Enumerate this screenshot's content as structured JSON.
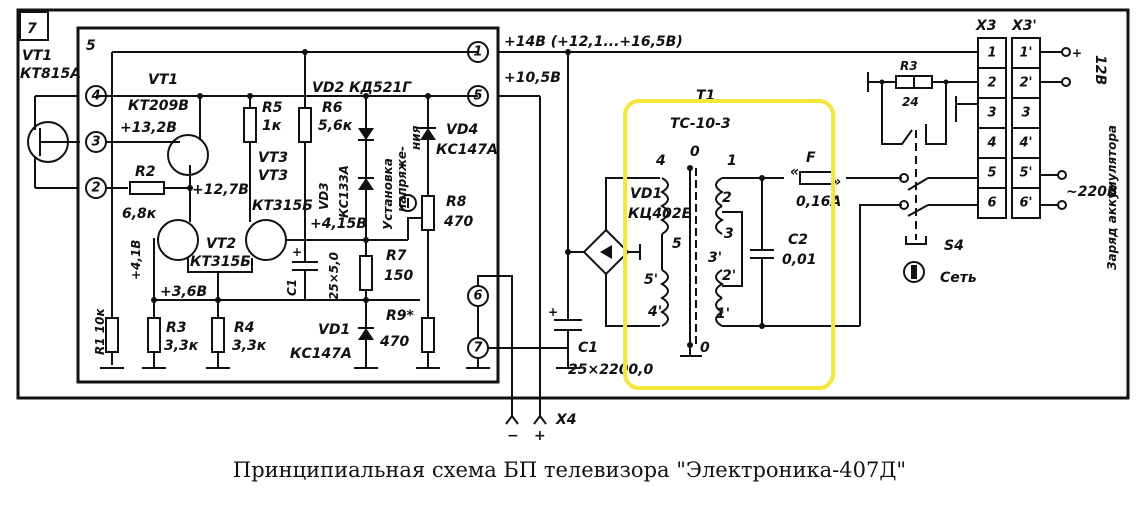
{
  "caption": "Принципиальная схема БП телевизора \"Электроника-407Д\"",
  "highlight_color": "#f5e63a",
  "blocks": {
    "outer_block_number": "7",
    "inner_block_number": "5"
  },
  "labels": {
    "vt1_ext": "VT1",
    "vt1_ext_type": "КТ815А",
    "vt1": "VT1",
    "vt1_type": "КТ209В",
    "v_13_2": "+13,2В",
    "v_12_7": "+12,7В",
    "r2": "R2",
    "r2_val": "6,8к",
    "v_4_1": "+4,1В",
    "vt2": "VT2",
    "vt2_type": "КТ315Б",
    "v_3_6": "+3,6В",
    "r1": "R1 10к",
    "r3": "R3",
    "r3_val": "3,3к",
    "r4": "R4",
    "r4_val": "3,3к",
    "r5": "R5",
    "r5_val": "1к",
    "r6": "R6",
    "r6_val": "5,6к",
    "vt3a": "VT3",
    "vt3b": "VT3",
    "vt3_type": "КТ315Б",
    "vd2": "VD2 КД521Г",
    "vd3": "VD3",
    "vd3_type": "КС133А",
    "v_4_15": "+4,15В",
    "adjust": "Установка",
    "adjust2": "напряже-",
    "adjust3": "ния",
    "vd4": "VD4",
    "vd4_type": "КС147А",
    "r8": "R8",
    "r8_val": "470",
    "c1_inner": "C1",
    "c1_inner_val": "25×5,0",
    "r7": "R7",
    "r7_val": "150",
    "vd1": "VD1",
    "vd1_type": "КС147А",
    "r9": "R9*",
    "r9_val": "470",
    "v_14": "+14В (+12,1...+16,5В)",
    "v_10_5": "+10,5В",
    "t1": "T1",
    "t1_type": "ТС-10-3",
    "vd1_bridge": "VD1",
    "vd1_bridge_type": "КЦ402Е",
    "c1_out": "C1",
    "c1_out_val": "25×2200,0",
    "f": "F",
    "f_val": "0,16А",
    "c2": "C2",
    "c2_val": "0,01",
    "r3_right": "R3",
    "r3_right_val": "24",
    "s4": "S4",
    "set_label": "Сеть",
    "x3": "X3",
    "x3p": "X3'",
    "v12": "12В",
    "v220": "~220В",
    "charge": "Заряд аккумулятора",
    "x4": "X4",
    "x4_minus": "−",
    "x4_plus": "+"
  },
  "inner_pins": [
    "1",
    "5",
    "6",
    "7"
  ],
  "left_pins": [
    "4",
    "3",
    "2"
  ],
  "transformer_taps": {
    "primary": [
      "0",
      "1",
      "2",
      "3",
      "3'",
      "2'",
      "1'",
      "0"
    ],
    "secondary": [
      "4",
      "5",
      "5'",
      "4'"
    ]
  },
  "x3_pins": [
    "1",
    "2",
    "3",
    "4",
    "5",
    "6"
  ],
  "x3p_pins": [
    "1'",
    "2'",
    "3",
    "4'",
    "5'",
    "6'"
  ]
}
